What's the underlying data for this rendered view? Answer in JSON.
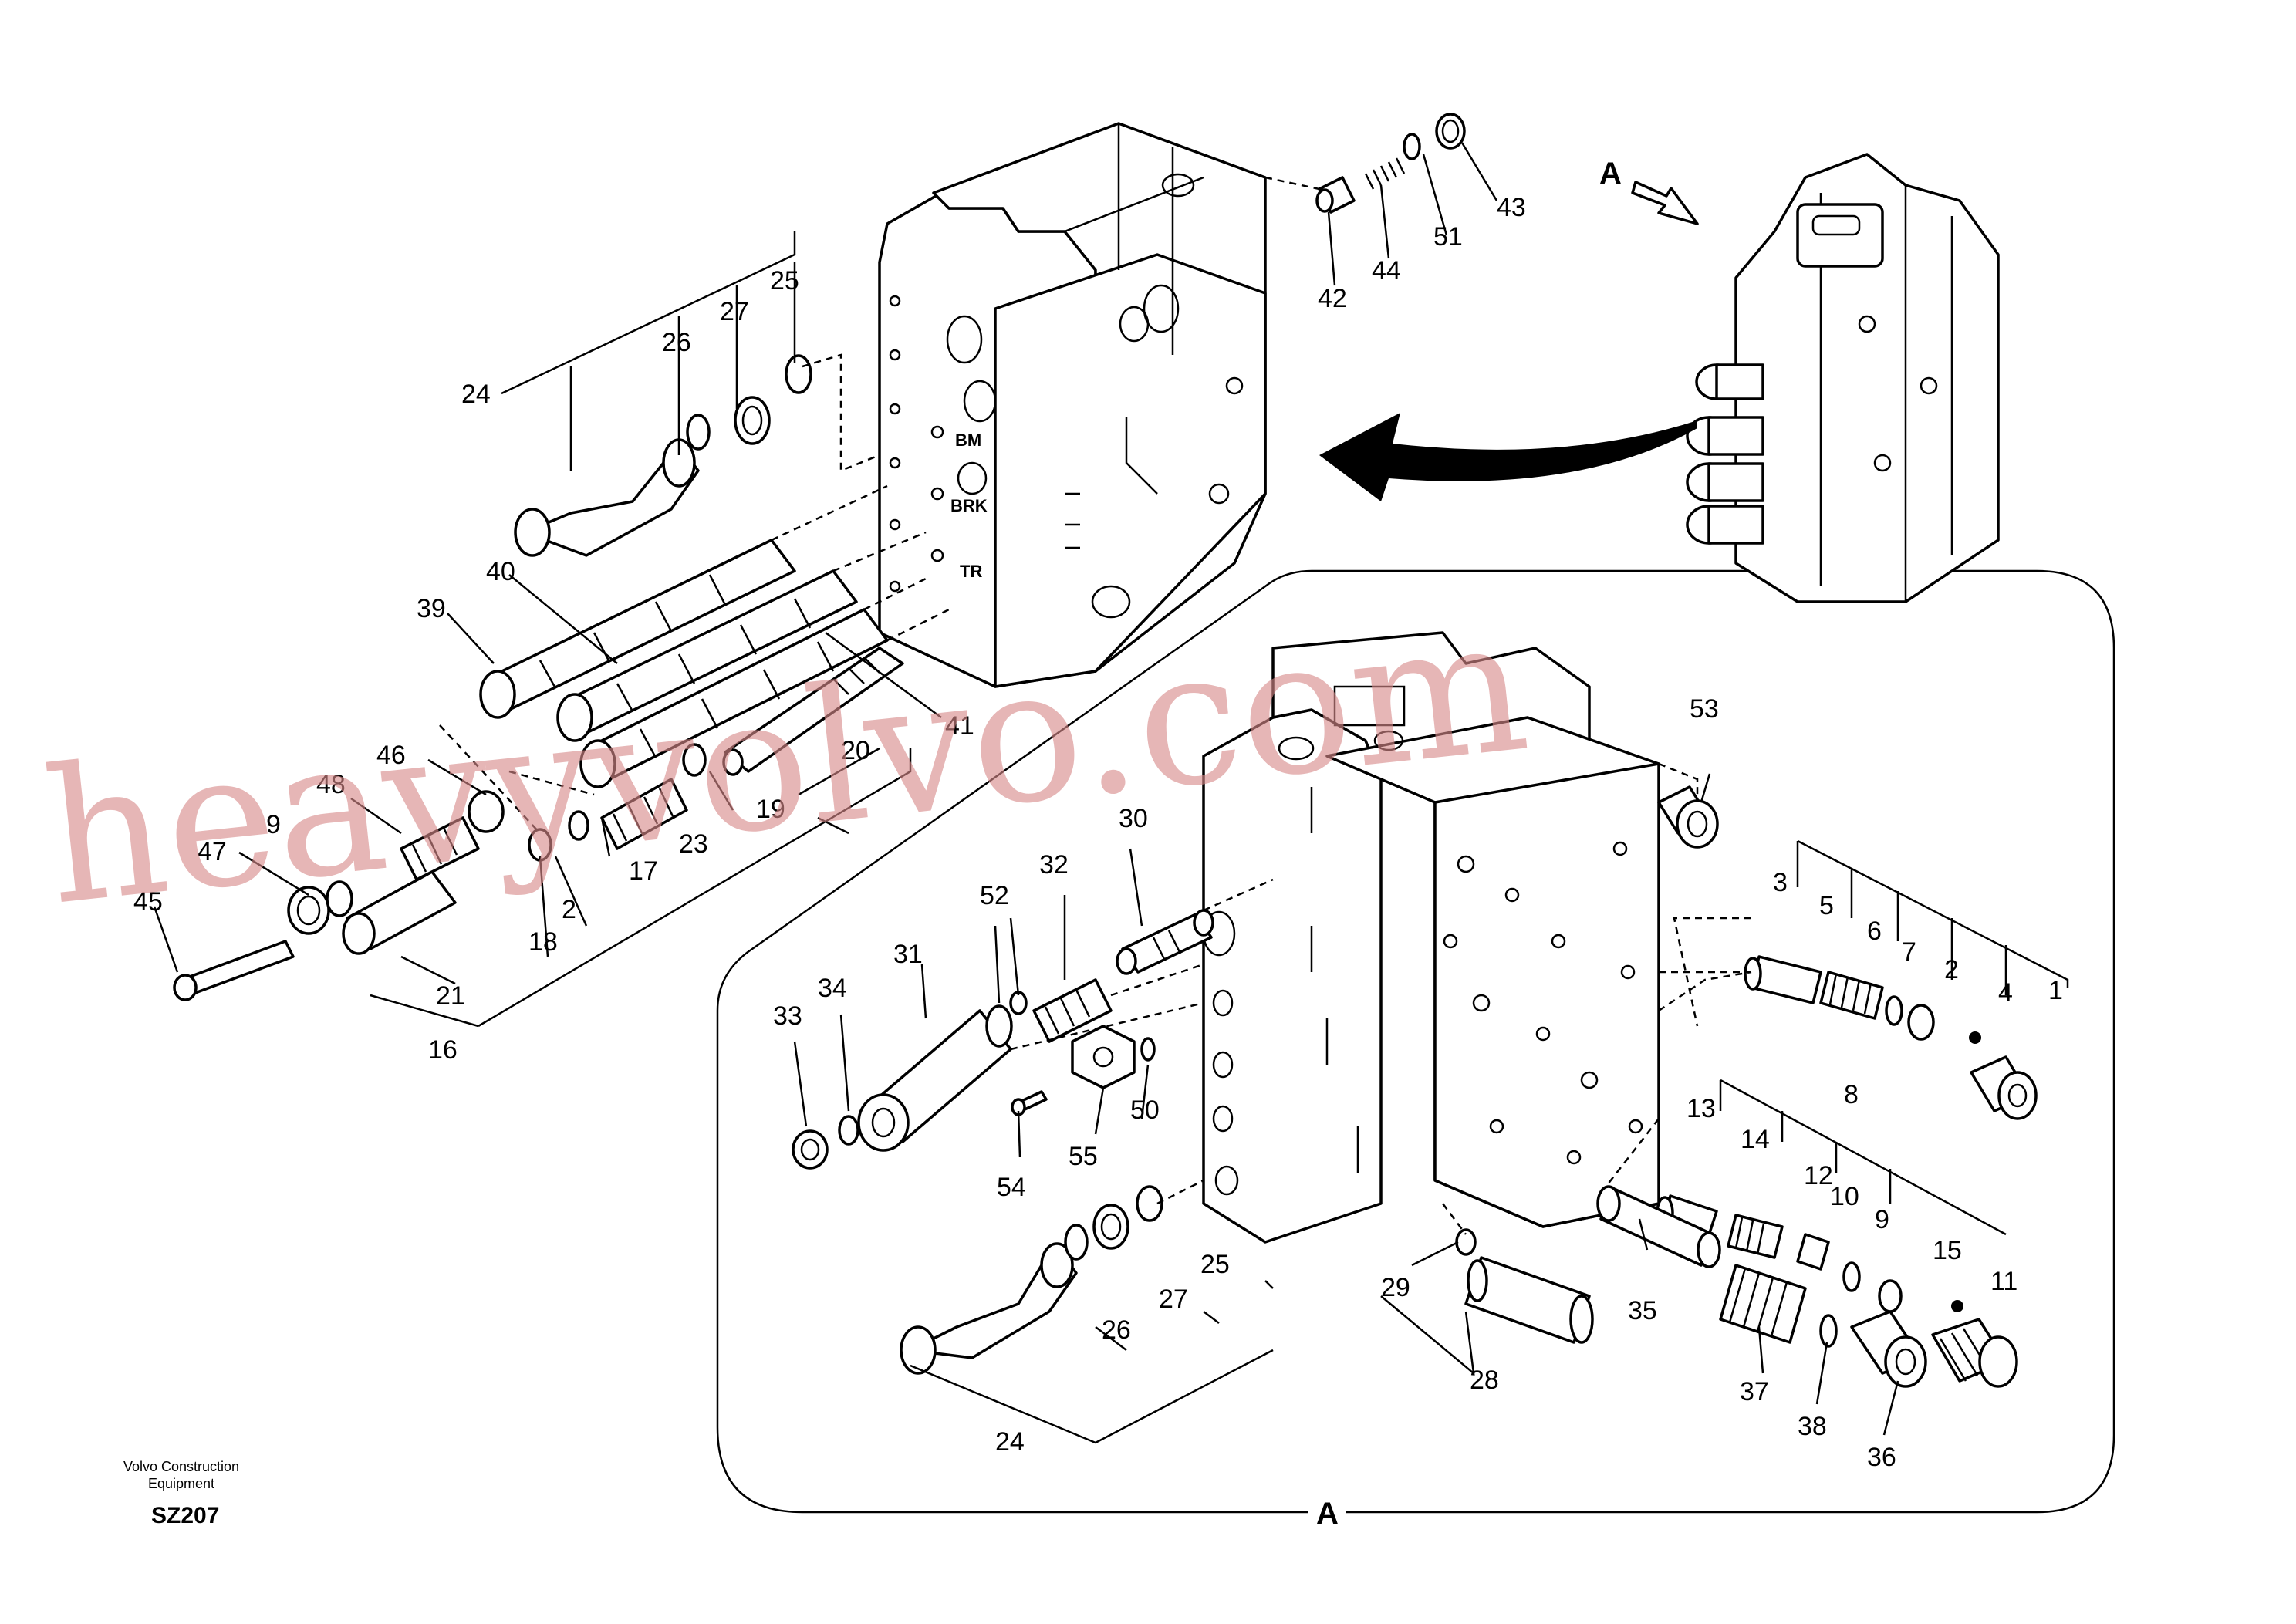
{
  "view_marker": "A",
  "face_labels": [
    "BM",
    "BRK",
    "TR"
  ],
  "upper_callouts": [
    "24",
    "26",
    "27",
    "25",
    "42",
    "44",
    "51",
    "43",
    "39",
    "40",
    "41",
    "20",
    "19",
    "46",
    "48",
    "9",
    "47",
    "45",
    "21",
    "16",
    "18",
    "23",
    "17",
    "2"
  ],
  "detail_callouts": [
    "53",
    "30",
    "32",
    "52",
    "31",
    "34",
    "33",
    "3",
    "5",
    "6",
    "7",
    "2",
    "4",
    "1",
    "13",
    "14",
    "8",
    "12",
    "10",
    "9",
    "15",
    "11",
    "50",
    "55",
    "54",
    "35",
    "37",
    "38",
    "36",
    "29",
    "28",
    "26",
    "27",
    "25",
    "24"
  ],
  "watermark": "heavyvolvo.com",
  "footer": {
    "company": "Volvo Construction Equipment",
    "drawing_id": "SZ207"
  }
}
